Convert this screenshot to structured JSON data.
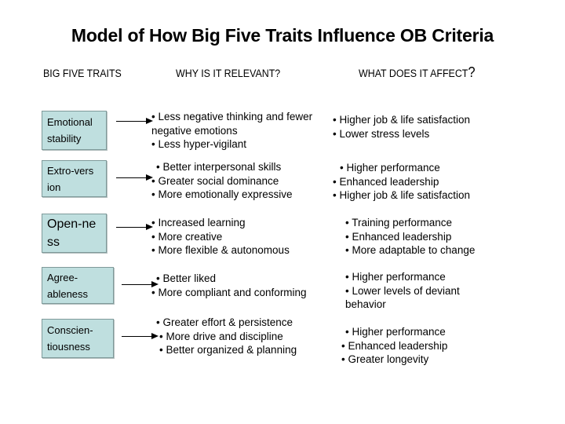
{
  "title": "Model of How Big Five Traits Influence OB Criteria",
  "headers": {
    "traits": "BIG FIVE TRAITS",
    "relevant": "WHY IS IT RELEVANT?",
    "affect_text": "WHAT DOES IT AFFECT",
    "affect_mark": "?"
  },
  "colors": {
    "box_fill": "#bfdfdf",
    "box_border": "#7f9a9a",
    "text": "#000000",
    "background": "#ffffff"
  },
  "rows": [
    {
      "trait_line1": "Emotional",
      "trait_line2": "stability",
      "relevant": [
        "• Less negative thinking and fewer negative emotions",
        "• Less hyper-vigilant"
      ],
      "affect": [
        "• Higher job & life satisfaction",
        "• Lower stress levels"
      ]
    },
    {
      "trait_line1": "Extro-vers",
      "trait_line2": "ion",
      "relevant": [
        "• Better interpersonal skills",
        "• Greater social dominance",
        "• More emotionally expressive"
      ],
      "affect": [
        "• Higher performance",
        "• Enhanced leadership",
        "• Higher job & life satisfaction"
      ]
    },
    {
      "trait_line1": "Open-ne",
      "trait_line2": "ss",
      "relevant": [
        "• Increased learning",
        "• More creative",
        "• More flexible & autonomous"
      ],
      "affect": [
        "• Training performance",
        "• Enhanced leadership",
        "• More adaptable to change"
      ]
    },
    {
      "trait_line1": "Agree-",
      "trait_line2": "ableness",
      "relevant": [
        "• Better liked",
        "• More compliant and conforming"
      ],
      "affect": [
        "• Higher performance",
        "• Lower levels of deviant behavior"
      ]
    },
    {
      "trait_line1": "Conscien-",
      "trait_line2": "tiousness",
      "relevant": [
        "• Greater effort & persistence",
        "• More drive and discipline",
        "• Better organized & planning"
      ],
      "affect": [
        "• Higher performance",
        "• Enhanced leadership",
        "• Greater longevity"
      ]
    }
  ]
}
